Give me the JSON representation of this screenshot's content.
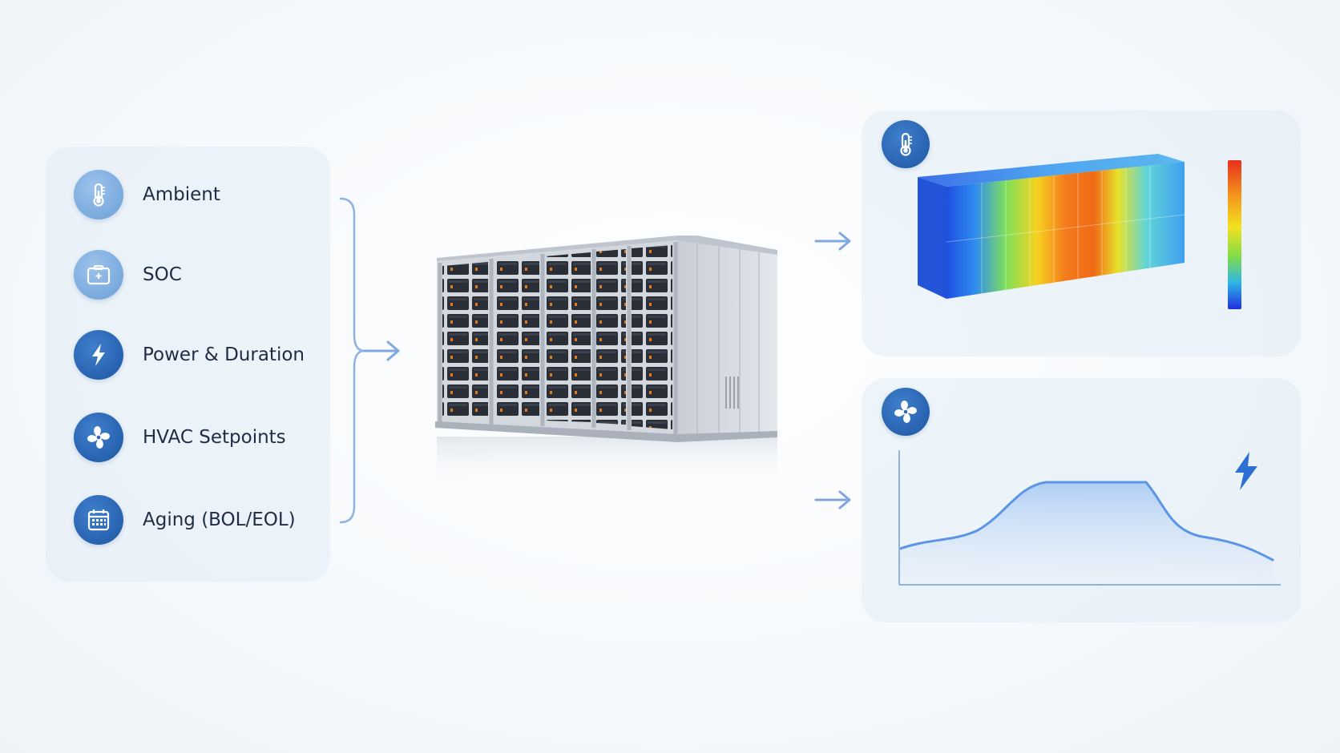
{
  "inputs": {
    "items": [
      {
        "label": "Ambient",
        "icon": "thermometer-icon"
      },
      {
        "label": "SOC",
        "icon": "battery-icon"
      },
      {
        "label": "Power & Duration",
        "icon": "lightning-icon"
      },
      {
        "label": "HVAC Setpoints",
        "icon": "fan-icon"
      },
      {
        "label": "Aging (BOL/EOL)",
        "icon": "calendar-icon"
      }
    ]
  },
  "center": {
    "icon": "battery-container"
  },
  "outputs": {
    "thermal": {
      "icon": "thermometer-icon",
      "visual": "container-heatmap",
      "scale": "temperature-color-scale"
    },
    "power": {
      "icon": "fan-icon",
      "accent_icon": "lightning-icon",
      "visual": "power-profile-curve"
    }
  },
  "colors": {
    "accent": "#2a66b5",
    "accent_light": "#7aa9dd",
    "arrow": "#7ea8df",
    "text": "#1f2d44",
    "curve": "#5b95e6"
  }
}
